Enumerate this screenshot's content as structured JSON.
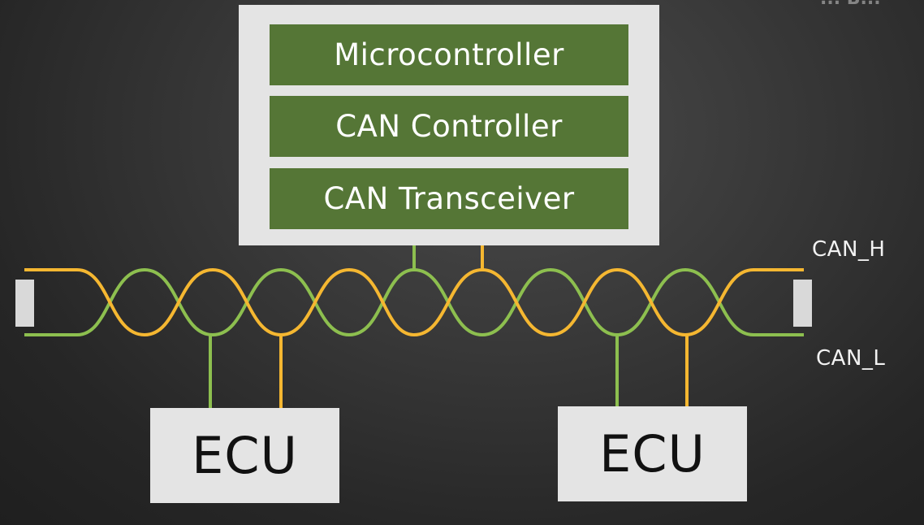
{
  "main_node": {
    "layers": [
      {
        "label": "Microcontroller",
        "color": "#557636"
      },
      {
        "label": "CAN Controller",
        "color": "#557636"
      },
      {
        "label": "CAN Transceiver",
        "color": "#557636"
      }
    ]
  },
  "ecus": [
    {
      "label": "ECU"
    },
    {
      "label": "ECU"
    }
  ],
  "bus": {
    "can_h_label": "CAN_H",
    "can_l_label": "CAN_L",
    "can_h_color": "#f5b731",
    "can_l_color": "#8dbf4f",
    "terminator_color": "#d9d9d9"
  },
  "corner_text": "... B..."
}
